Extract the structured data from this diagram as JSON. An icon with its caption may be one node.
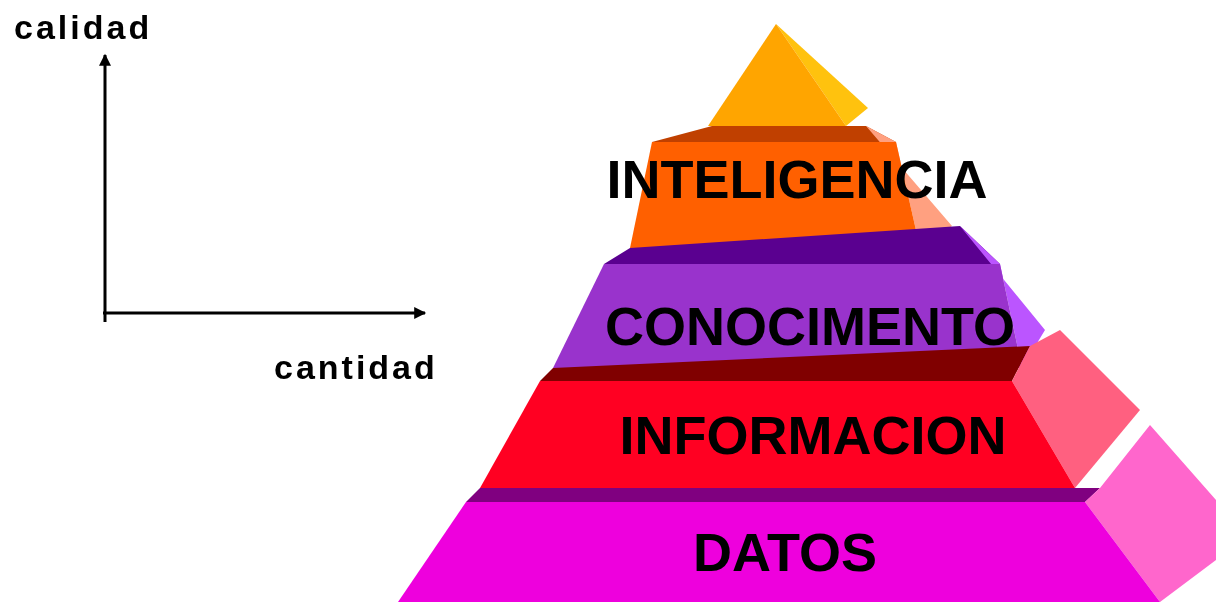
{
  "diagram": {
    "nodes": [
      {
        "text": [],
        "shape": "triangle"
      },
      {
        "text": [
          "INTELIGENCIA"
        ]
      },
      {
        "text": [
          "CONOCIMENTO"
        ]
      },
      {
        "text": [
          "INFORMACION"
        ]
      },
      {
        "text": [
          "DATOS"
        ]
      }
    ],
    "labels": [
      "calidad",
      "cantidad"
    ]
  }
}
